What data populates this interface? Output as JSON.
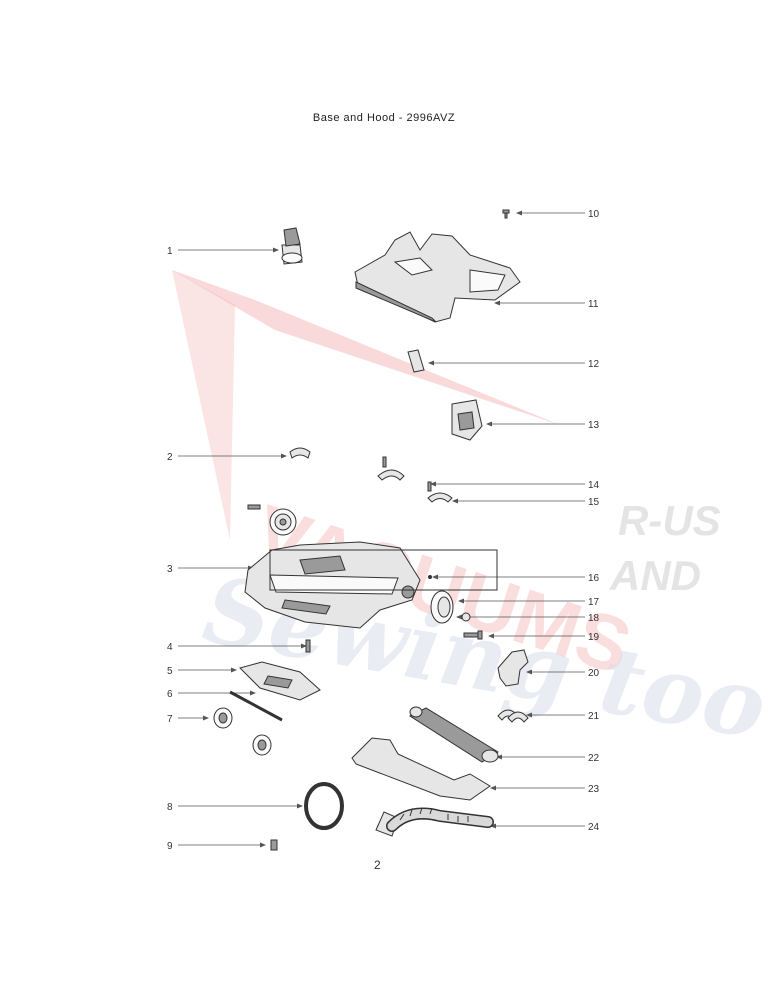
{
  "title": "Base and Hood - 2996AVZ",
  "page_number": "2",
  "watermark": {
    "brand_word": "VACUUMS",
    "suffix_1": "R-US",
    "suffix_2": "AND",
    "script_text": "Sewing too",
    "red_color": "#e23a3a",
    "grey_color": "#b9b9b9",
    "blue_color": "#b7bfd8"
  },
  "callouts": [
    {
      "number": "1"
    },
    {
      "number": "2"
    },
    {
      "number": "3"
    },
    {
      "number": "4"
    },
    {
      "number": "5"
    },
    {
      "number": "6"
    },
    {
      "number": "7"
    },
    {
      "number": "8"
    },
    {
      "number": "9"
    },
    {
      "number": "10"
    },
    {
      "number": "11"
    },
    {
      "number": "12"
    },
    {
      "number": "13"
    },
    {
      "number": "14"
    },
    {
      "number": "15"
    },
    {
      "number": "16"
    },
    {
      "number": "17"
    },
    {
      "number": "18"
    },
    {
      "number": "19"
    },
    {
      "number": "20"
    },
    {
      "number": "21"
    },
    {
      "number": "22"
    },
    {
      "number": "23"
    },
    {
      "number": "24"
    }
  ]
}
